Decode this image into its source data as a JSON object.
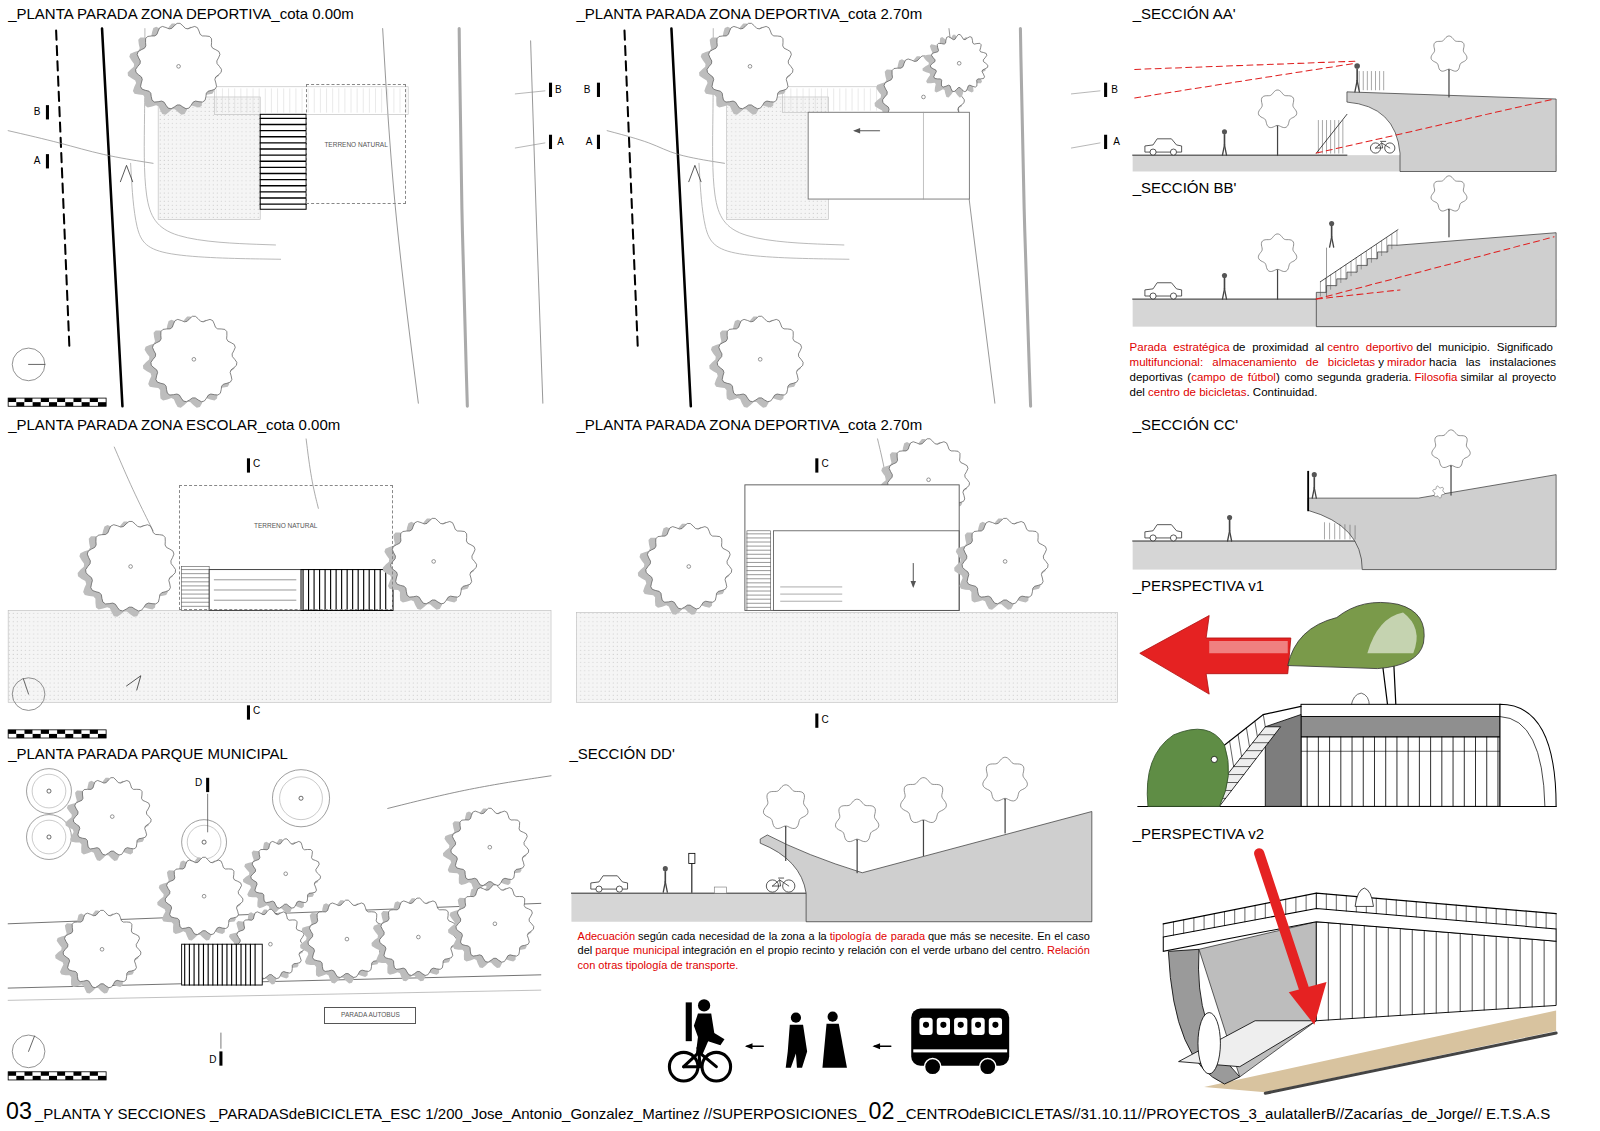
{
  "diagram": {
    "nodes": [
      {
        "text": [
          "TERRENO NATURAL"
        ]
      },
      {
        "text": [
          "TERRENO NATURAL"
        ]
      },
      {
        "text": [
          "PARADA AUTOBUS"
        ]
      }
    ],
    "labels": [
      "_PLANTA PARADA ZONA DEPORTIVA_cota 0.00m",
      "B",
      "A",
      "B",
      "A",
      "_PLANTA PARADA ZONA DEPORTIVA_cota 2.70m",
      "B",
      "A",
      "B",
      "A",
      "_SECCIÓN AA'",
      "_SECCIÓN BB'",
      "Parada estratégica",
      "de proximidad al",
      "centro deportivo",
      "del municipio. Significado",
      "multifuncional: almacenamiento de bicicletas",
      "y",
      "mirador",
      "hacia las instalaciones deportivas (",
      "campo de fútbol",
      ") como segunda graderia.",
      "Filosofia",
      "similar al proyecto del",
      "centro de bicicletas",
      ". Continuidad.",
      "_SECCIÓN CC'",
      "_PERSPECTIVA v1",
      "_PLANTA PARADA ZONA ESCOLAR_cota 0.00m",
      "C",
      "C",
      "_PLANTA PARADA ZONA DEPORTIVA_cota 2.70m",
      "C",
      "C",
      "_PLANTA PARADA PARQUE MUNICIPAL",
      "D",
      "D",
      "_SECCIÓN DD'",
      "Adecuación",
      "según cada necesidad de la zona a la",
      "tipología de parada",
      "que más se necesite. En el caso del",
      "parque municipal",
      "integración en el propio recinto y relación con el verde urbano del centro.",
      "Relación con otras tipología de transporte.",
      "_PERSPECTIVA v2",
      "03",
      "_PLANTA Y SECCIONES _PARADASdeBICICLETA_ESC 1/200_Jose_Antonio_Gonzalez_Martinez //SUPERPOSICIONES_",
      "02",
      "_CENTROdeBICICLETAS//31.10.11//PROYECTOS_3_aulatallerB//Zacarías_de_Jorge// E.T.S.A.S"
    ]
  }
}
